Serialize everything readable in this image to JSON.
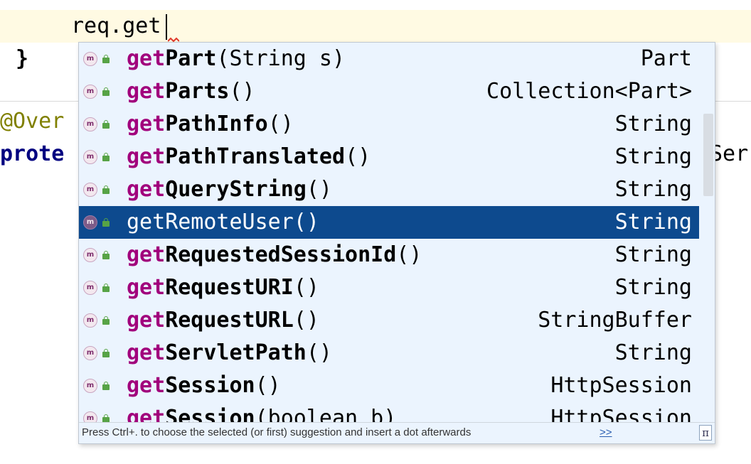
{
  "editor": {
    "current_line": "req.get",
    "brace": "}",
    "annotation": "@Over",
    "decl_start": "prote",
    "decl_tail": "Ser"
  },
  "completion": {
    "typed_prefix": "get",
    "items": [
      {
        "name_rest": "Part",
        "params": "(String s)",
        "type": "Part"
      },
      {
        "name_rest": "Parts",
        "params": "()",
        "type": "Collection<Part>"
      },
      {
        "name_rest": "PathInfo",
        "params": "()",
        "type": "String"
      },
      {
        "name_rest": "PathTranslated",
        "params": "()",
        "type": "String"
      },
      {
        "name_rest": "QueryString",
        "params": "()",
        "type": "String"
      },
      {
        "name_rest": "RemoteUser",
        "params": "()",
        "type": "String",
        "selected": true
      },
      {
        "name_rest": "RequestedSessionId",
        "params": "()",
        "type": "String"
      },
      {
        "name_rest": "RequestURI",
        "params": "()",
        "type": "String"
      },
      {
        "name_rest": "RequestURL",
        "params": "()",
        "type": "StringBuffer"
      },
      {
        "name_rest": "ServletPath",
        "params": "()",
        "type": "String"
      },
      {
        "name_rest": "Session",
        "params": "()",
        "type": "HttpSession"
      },
      {
        "name_rest": "Session",
        "params": "(boolean b)",
        "type": "HttpSession"
      }
    ],
    "method_icon_letter": "m",
    "footer_hint": "Press Ctrl+. to choose the selected (or first) suggestion and insert a dot afterwards",
    "footer_more": ">>",
    "footer_pi": "π"
  },
  "colors": {
    "popup_bg": "#ebf4fe",
    "selection_bg": "#0d4a8e",
    "match_highlight": "#a1007c",
    "current_line_bg": "#fffae3"
  }
}
